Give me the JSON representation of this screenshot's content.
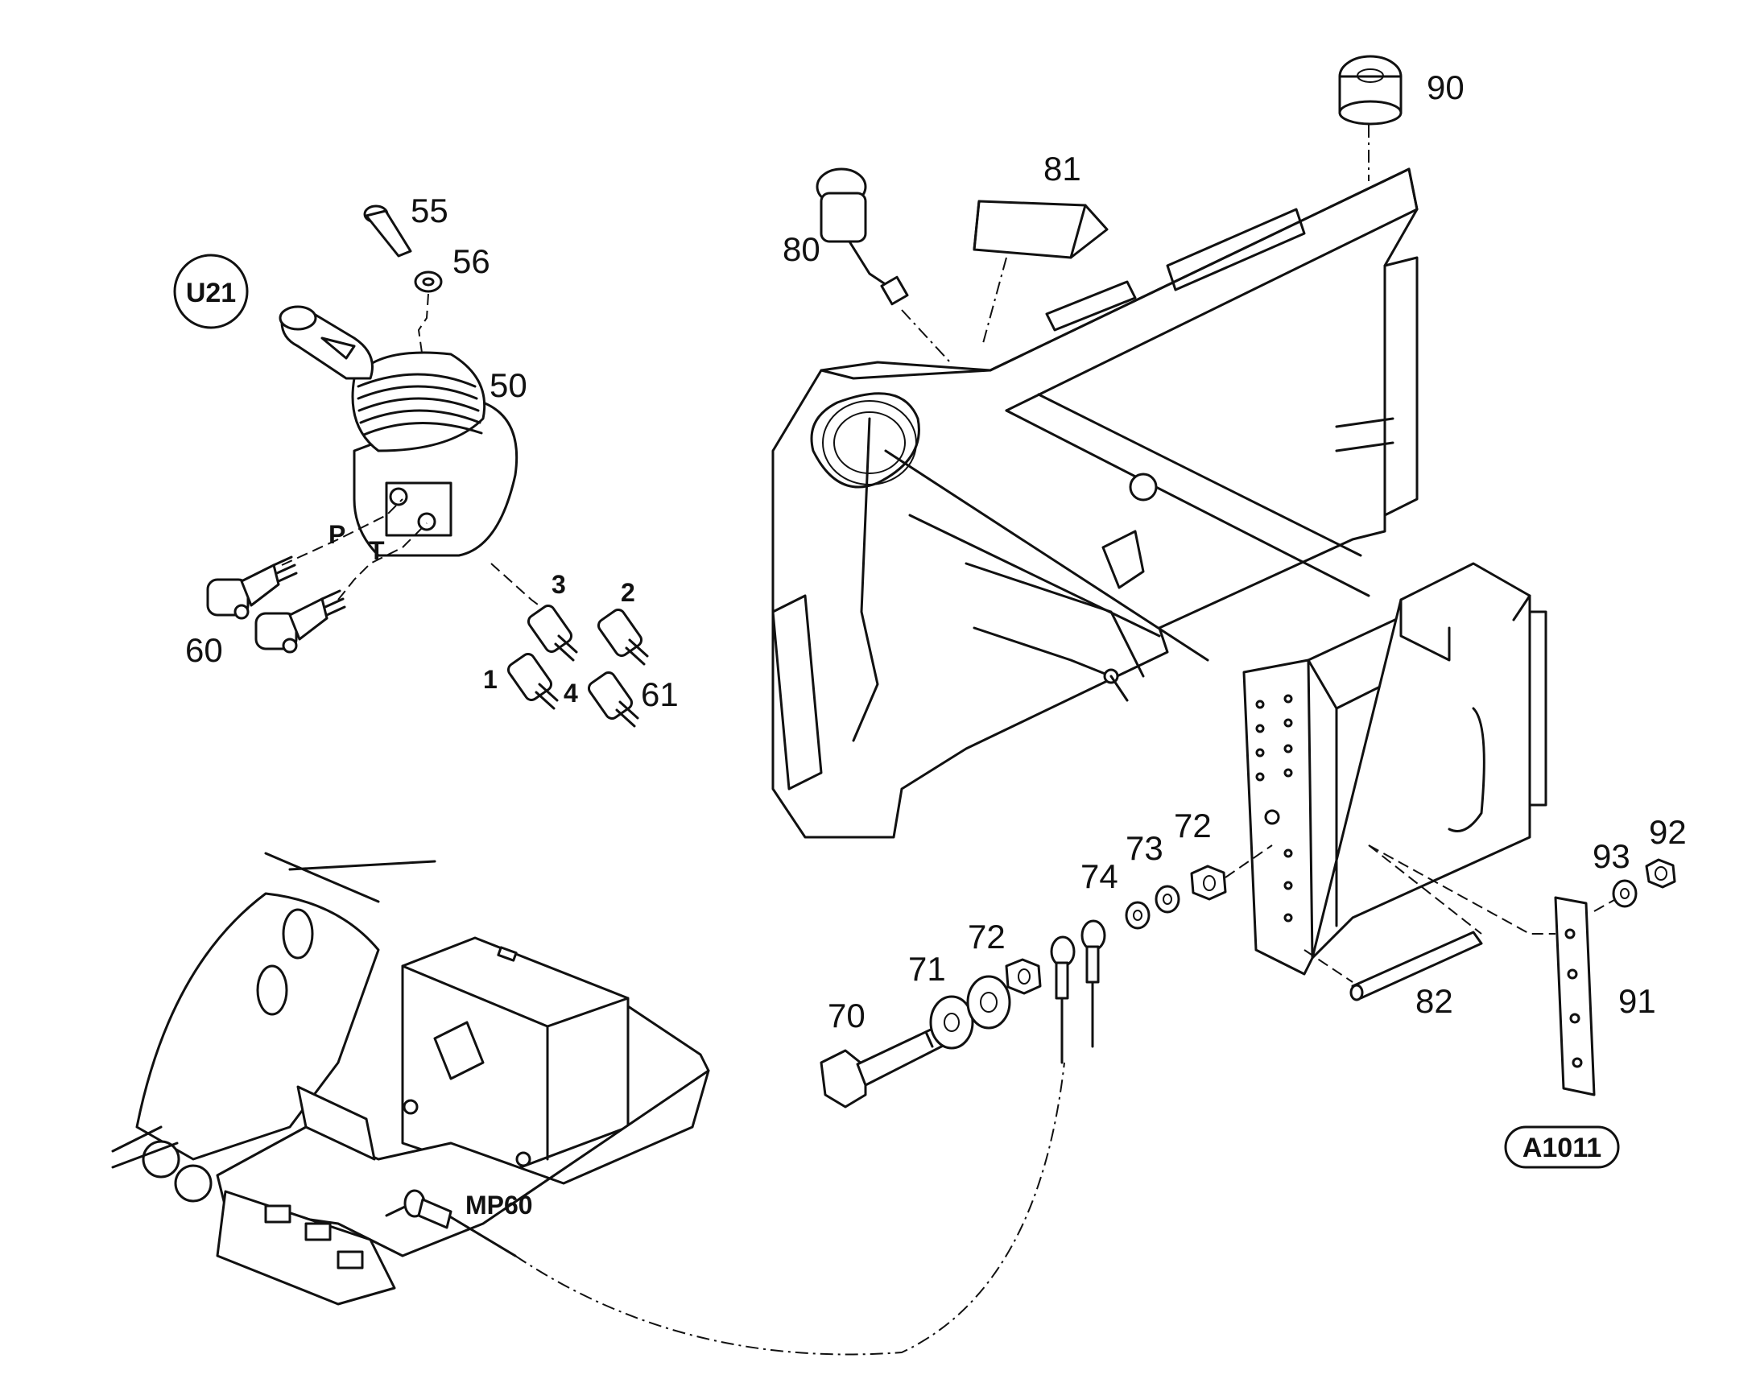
{
  "diagram": {
    "group_badge": "U21",
    "figure_code": "A1011",
    "port_labels": {
      "pressure": "P",
      "tank": "T"
    },
    "pin_labels": {
      "pin1": "1",
      "pin2": "2",
      "pin3": "3",
      "pin4": "4"
    },
    "measure_point": "MP60",
    "callouts": {
      "c55": "55",
      "c56": "56",
      "c50": "50",
      "c60": "60",
      "c61": "61",
      "c80": "80",
      "c81": "81",
      "c90": "90",
      "c70": "70",
      "c71": "71",
      "c72a": "72",
      "c72b": "72",
      "c73": "73",
      "c74": "74",
      "c82": "82",
      "c91": "91",
      "c92": "92",
      "c93": "93"
    }
  }
}
